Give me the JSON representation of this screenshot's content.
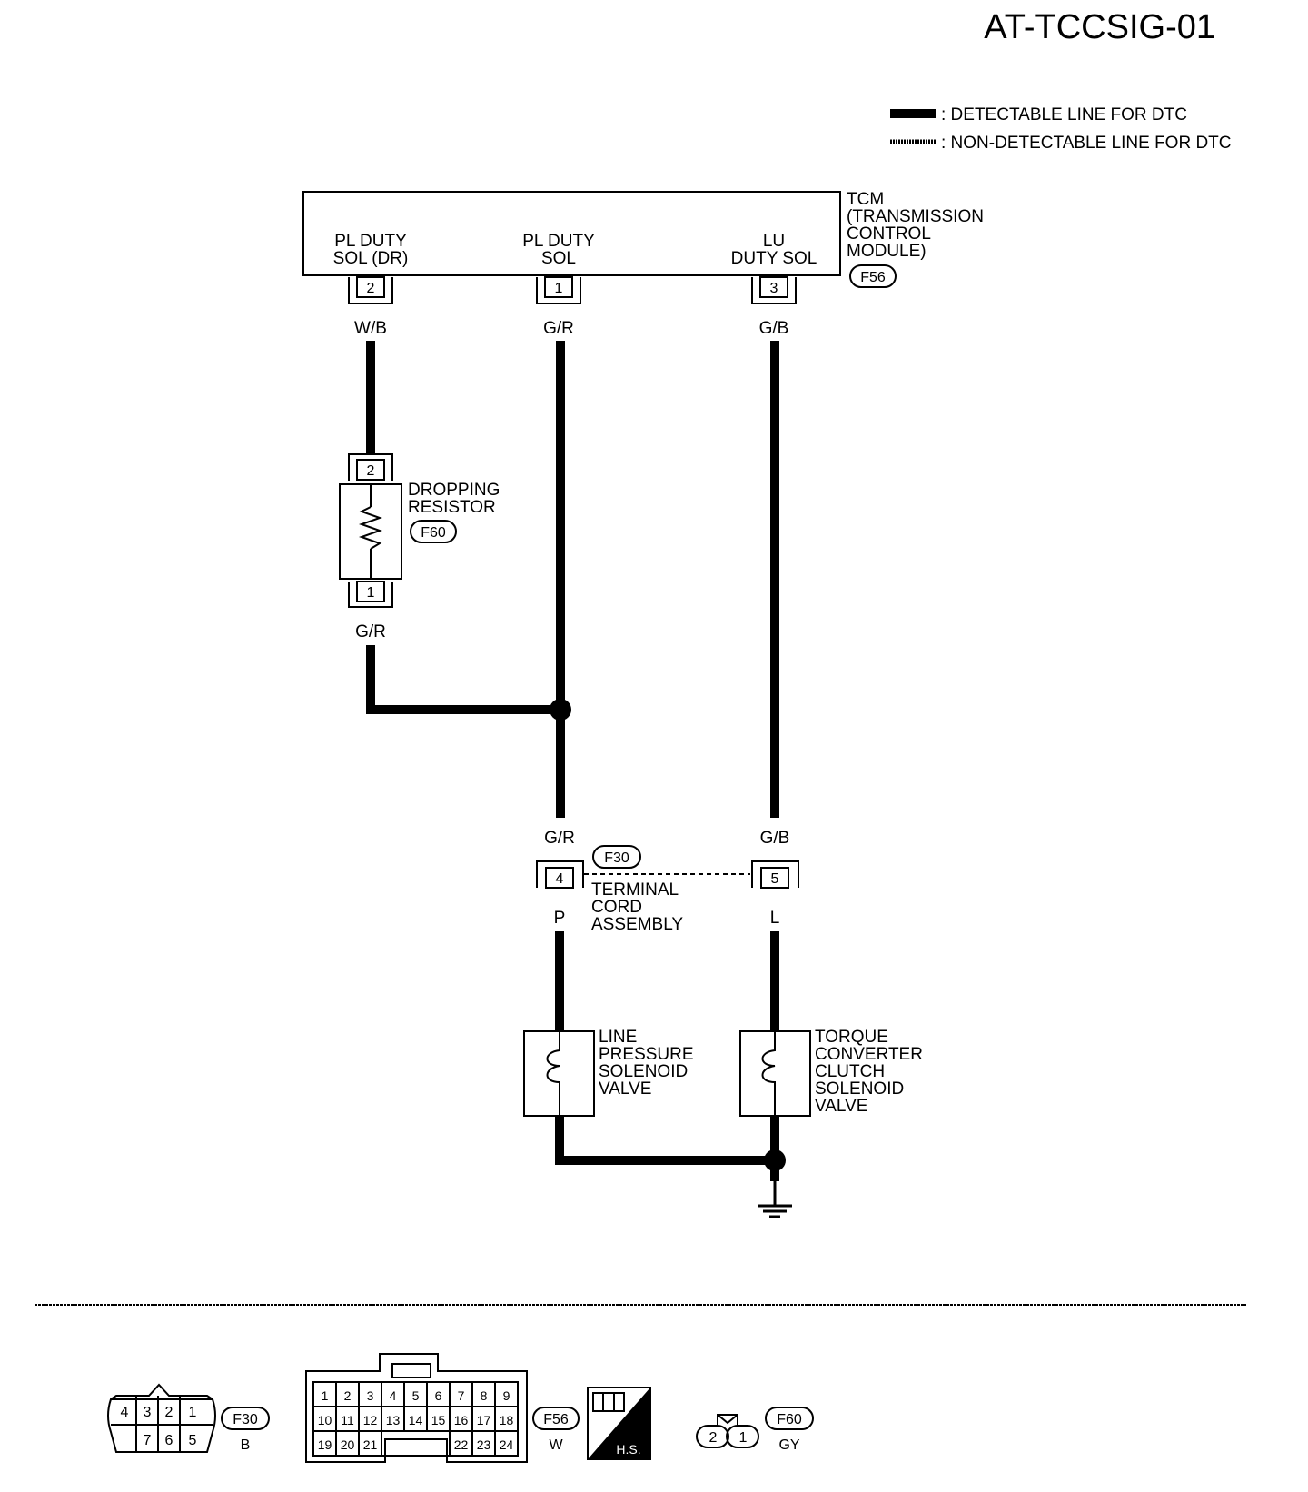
{
  "title": "AT-TCCSIG-01",
  "legend": {
    "detectable": ": DETECTABLE LINE FOR DTC",
    "non_detectable": ": NON-DETECTABLE LINE FOR DTC"
  },
  "tcm": {
    "name": [
      "TCM",
      "(TRANSMISSION",
      "CONTROL",
      "MODULE)"
    ],
    "connector": "F56",
    "terminals": [
      {
        "label": [
          "PL DUTY",
          "SOL (DR)"
        ],
        "pin": "2",
        "wire_color": "W/B"
      },
      {
        "label": [
          "PL DUTY",
          "SOL"
        ],
        "pin": "1",
        "wire_color": "G/R"
      },
      {
        "label": [
          "LU",
          "DUTY SOL"
        ],
        "pin": "3",
        "wire_color": "G/B"
      }
    ]
  },
  "dropping_resistor": {
    "name": [
      "DROPPING",
      "RESISTOR"
    ],
    "connector": "F60",
    "pin_top": "2",
    "pin_bottom": "1",
    "wire_bottom": "G/R"
  },
  "terminal_cord": {
    "name": [
      "TERMINAL",
      "CORD",
      "ASSEMBLY"
    ],
    "connector": "F30",
    "pins": [
      {
        "pin": "4",
        "wire_in": "G/R",
        "wire_out": "P"
      },
      {
        "pin": "5",
        "wire_in": "G/B",
        "wire_out": "L"
      }
    ]
  },
  "line_pressure_solenoid": {
    "name": [
      "LINE",
      "PRESSURE",
      "SOLENOID",
      "VALVE"
    ]
  },
  "tcc_solenoid": {
    "name": [
      "TORQUE",
      "CONVERTER",
      "CLUTCH",
      "SOLENOID",
      "VALVE"
    ]
  },
  "connector_views": {
    "f30": {
      "id": "F30",
      "color": "B",
      "top_pins": [
        "4",
        "3",
        "2",
        "1"
      ],
      "bottom_pins": [
        "7",
        "6",
        "5"
      ]
    },
    "f56": {
      "id": "F56",
      "color": "W",
      "row1": [
        "1",
        "2",
        "3",
        "4",
        "5",
        "6",
        "7",
        "8",
        "9"
      ],
      "row2": [
        "10",
        "11",
        "12",
        "13",
        "14",
        "15",
        "16",
        "17",
        "18"
      ],
      "row3_left": [
        "19",
        "20",
        "21"
      ],
      "row3_right": [
        "22",
        "23",
        "24"
      ]
    },
    "hs_label": "H.S.",
    "f60": {
      "id": "F60",
      "color": "GY",
      "pins": [
        "2",
        "1"
      ]
    }
  }
}
